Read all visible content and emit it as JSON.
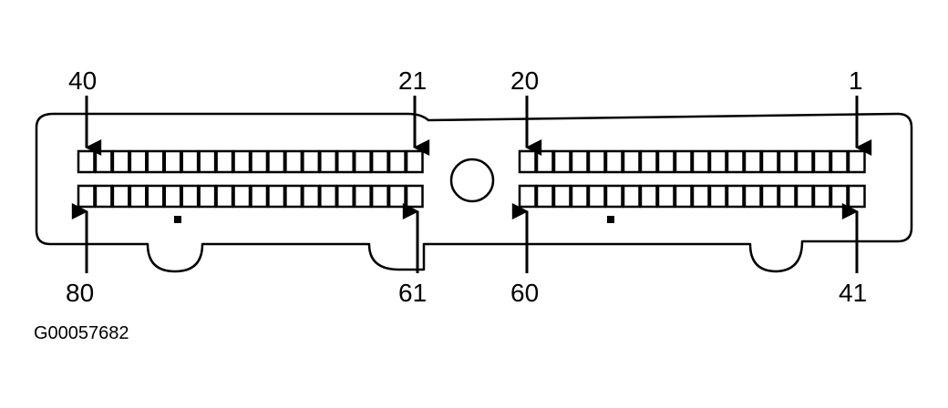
{
  "connector": {
    "pin_labels": {
      "top_left_start": "40",
      "top_left_end": "21",
      "top_right_start": "20",
      "top_right_end": "1",
      "bottom_left_start": "80",
      "bottom_left_end": "61",
      "bottom_right_start": "60",
      "bottom_right_end": "41"
    },
    "pins_per_row_block": 20,
    "rows_per_block": 2,
    "blocks": 2,
    "figure_id": "G00057682",
    "line_color": "#000000",
    "background_color": "#ffffff"
  }
}
